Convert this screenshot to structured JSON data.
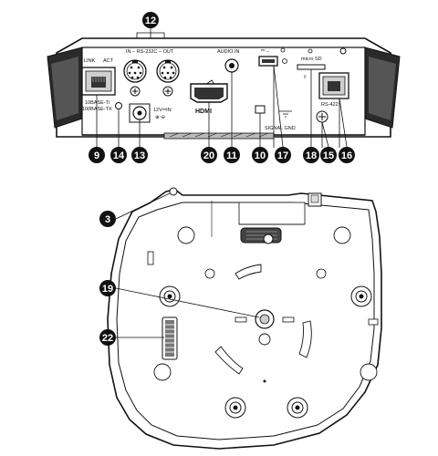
{
  "rear_panel": {
    "rs232c_label": "IN − RS-232C − OUT",
    "link_label": "LINK",
    "act_label": "ACT",
    "lan_speed_label_1": "10BASE-T/",
    "lan_speed_label_2": "100BASE-TX",
    "dc_in_label": "12V⎓IN",
    "audio_in_label": "AUDIO IN",
    "hdmi_label": "HDMI",
    "signal_gnd_label": "SIGNAL GND",
    "micro_sd_label": "micro SD",
    "rs422_label": "RS-422"
  },
  "callouts": {
    "top": "12",
    "bottom_row": [
      "9",
      "14",
      "13",
      "20",
      "11",
      "10",
      "17",
      "18",
      "15",
      "16"
    ],
    "base_left": "3",
    "base_19": "19",
    "base_22": "22"
  }
}
